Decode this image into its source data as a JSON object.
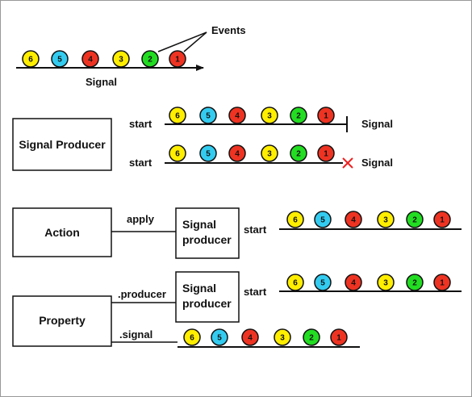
{
  "colors": {
    "event_fills": {
      "6": "#ffee00",
      "5": "#33ccf0",
      "4": "#ee3322",
      "3": "#ffee00",
      "2": "#22dd22",
      "1": "#ee3322"
    },
    "line": "#111111",
    "error_x": "#ee2222"
  },
  "signal_section": {
    "events_label": "Events",
    "signal_label": "Signal",
    "events": [
      "6",
      "5",
      "4",
      "3",
      "2",
      "1"
    ]
  },
  "producer_section": {
    "box_label": "Signal Producer",
    "start_label_1": "start",
    "start_label_2": "start",
    "signal_label_1": "Signal",
    "signal_label_2": "Signal",
    "completion_icon": "completed-bar-icon",
    "error_icon": "error-x-icon",
    "events": [
      "6",
      "5",
      "4",
      "3",
      "2",
      "1"
    ]
  },
  "action_section": {
    "box_label": "Action",
    "apply_label": "apply",
    "producer_box_line1": "Signal",
    "producer_box_line2": "producer",
    "start_label": "start",
    "events": [
      "6",
      "5",
      "4",
      "3",
      "2",
      "1"
    ]
  },
  "property_section": {
    "box_label": "Property",
    "producer_label": ".producer",
    "signal_label": ".signal",
    "producer_box_line1": "Signal",
    "producer_box_line2": "producer",
    "start_label": "start",
    "events": [
      "6",
      "5",
      "4",
      "3",
      "2",
      "1"
    ]
  }
}
